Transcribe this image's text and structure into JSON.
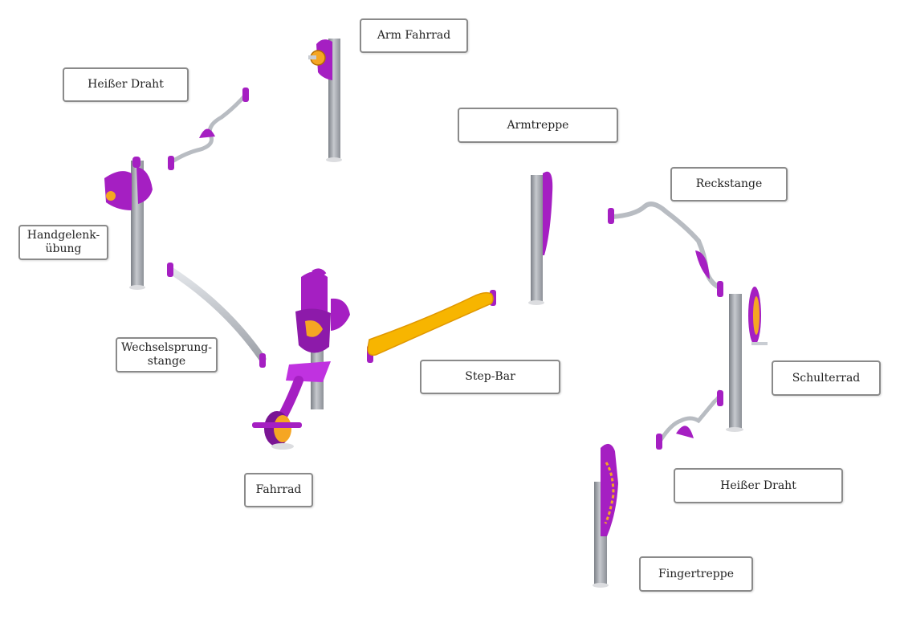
{
  "labels": {
    "arm_fahrrad": "Arm Fahrrad",
    "heisser_draht_top": "Heißer Draht",
    "armtreppe": "Armtreppe",
    "reckstange": "Reckstange",
    "handgelenk": "Handgelenk-\nübung",
    "wechselsprung": "Wechselsprung-\nstange",
    "step_bar": "Step-Bar",
    "schulterrad": "Schulterrad",
    "fahrrad": "Fahrrad",
    "heisser_draht_bottom": "Heißer Draht",
    "fingertreppe": "Fingertreppe"
  },
  "colors": {
    "purple": "#a51fc2",
    "purple_dark": "#7a1594",
    "orange": "#f5a623",
    "yellow": "#f7b500",
    "post_grey": "#a9acb2",
    "post_dark": "#8c9097",
    "bar_silver": "#c9cdd3",
    "label_border": "#8a8a8a"
  }
}
